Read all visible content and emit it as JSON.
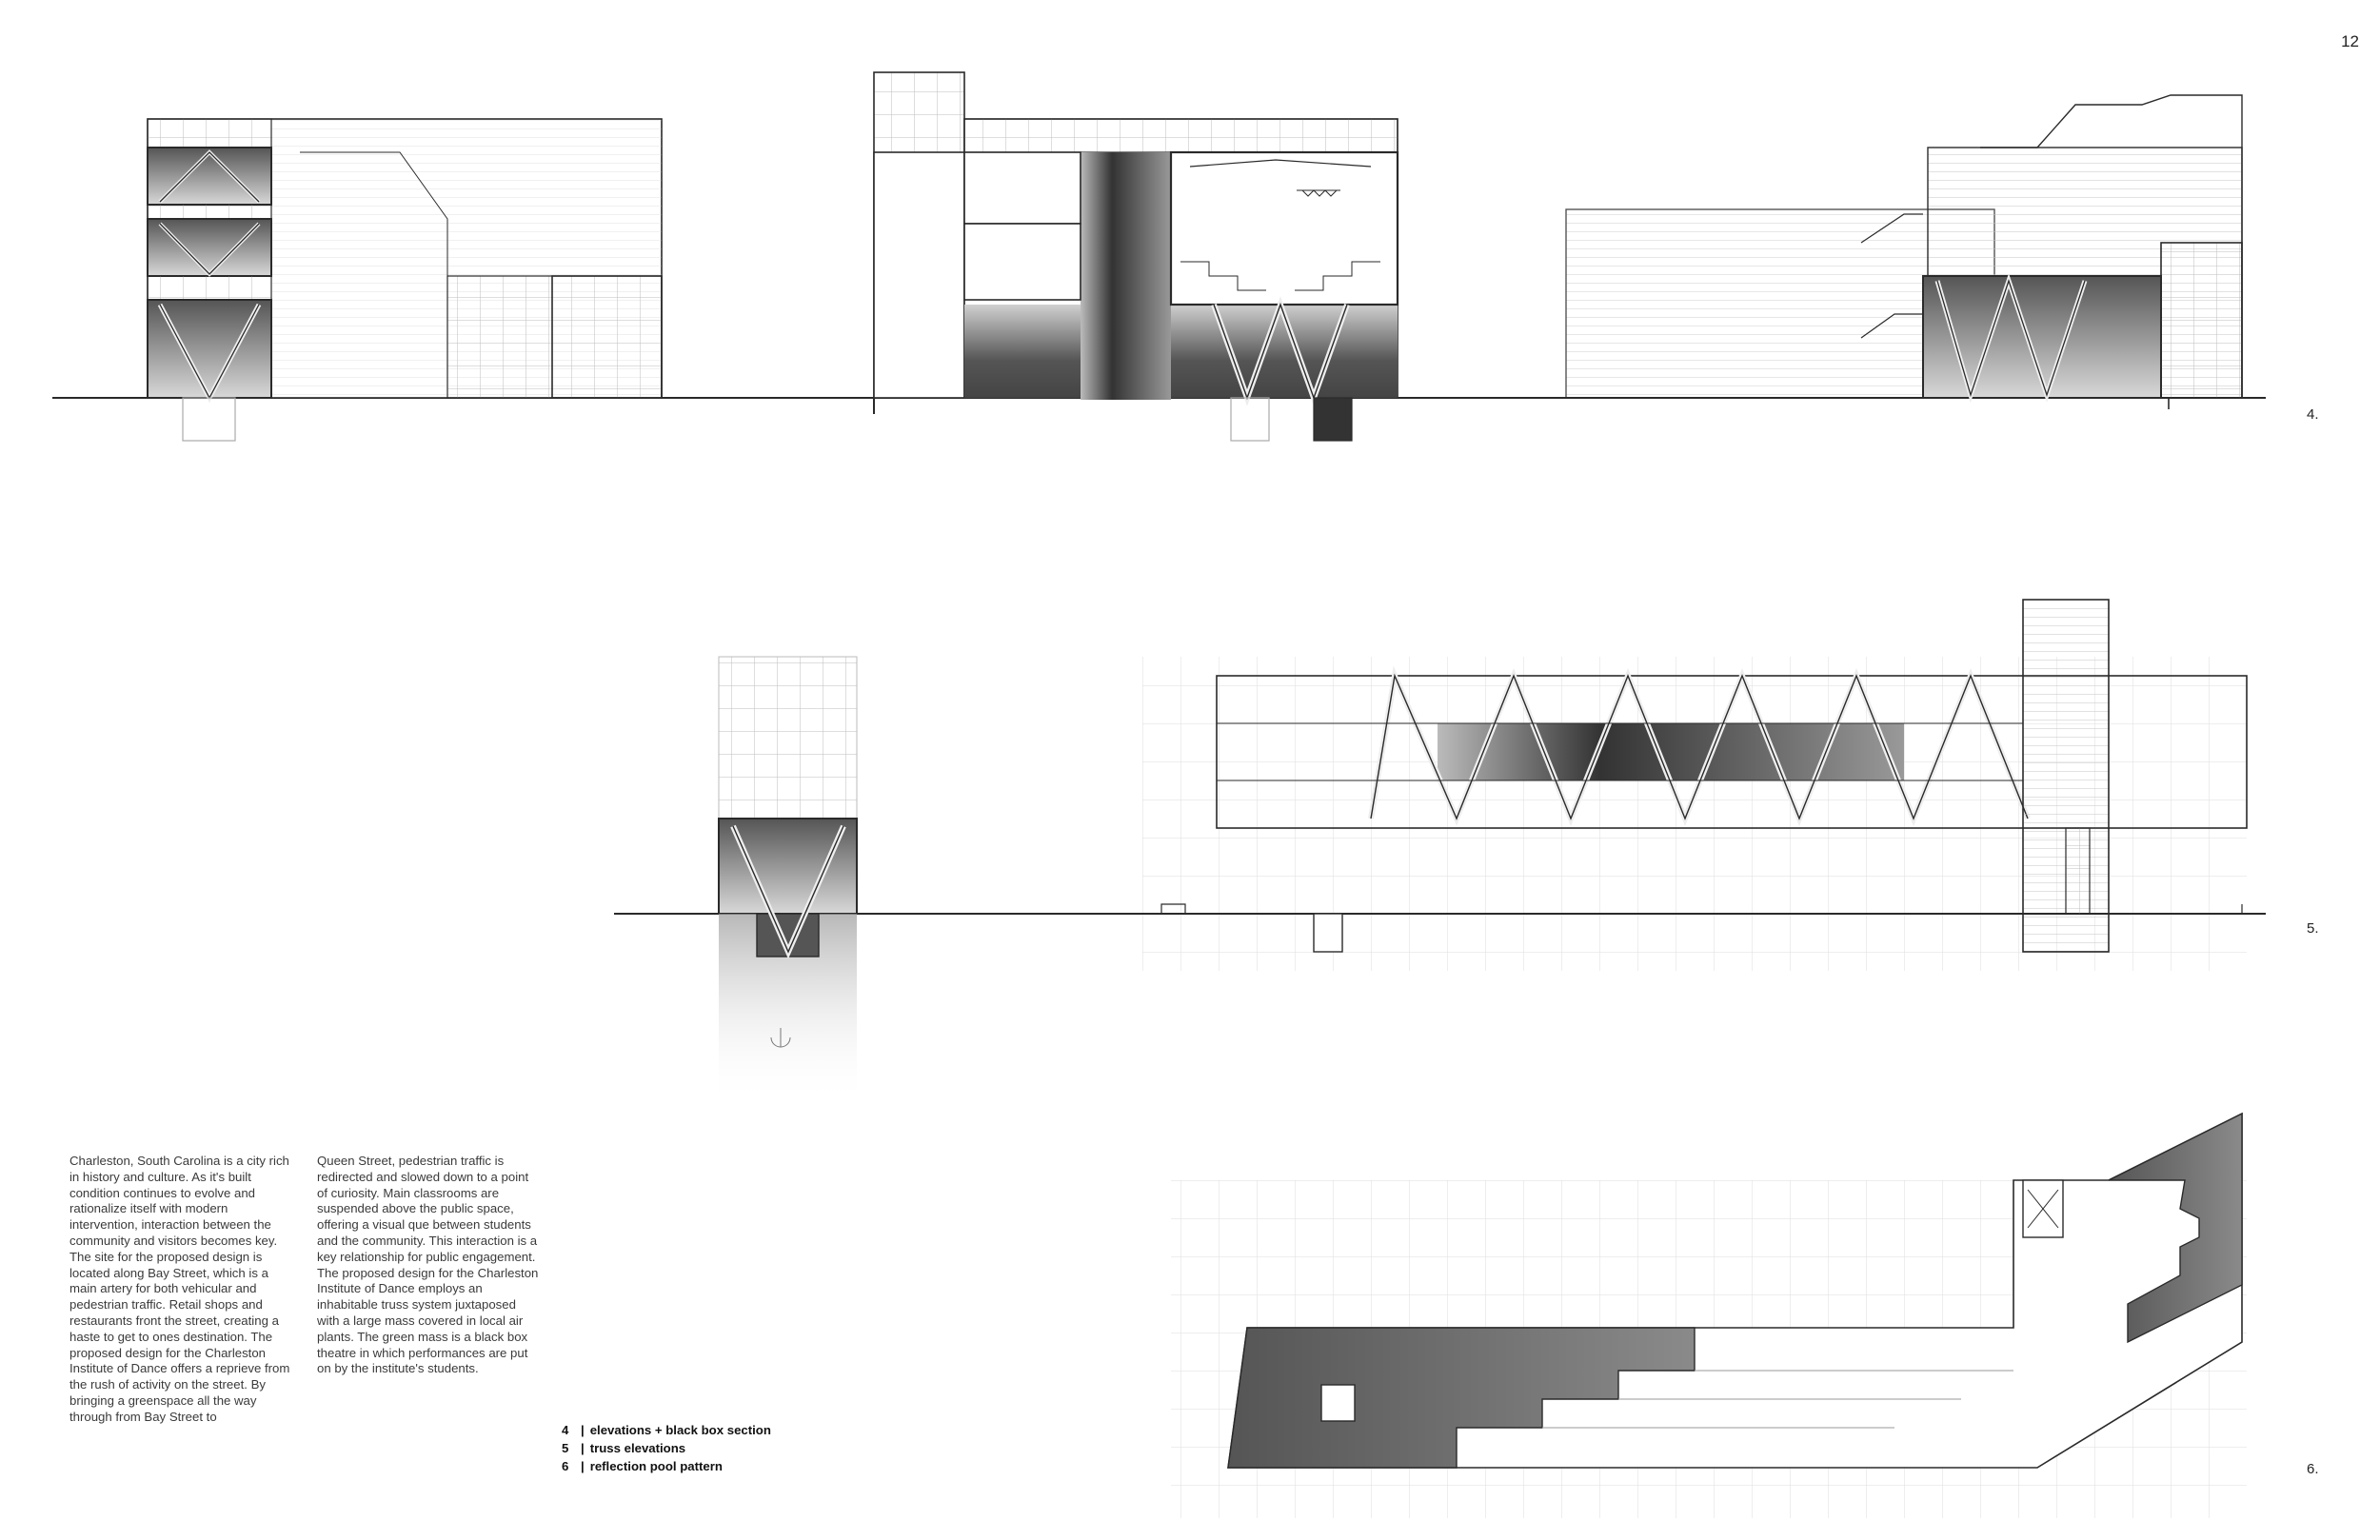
{
  "page": {
    "number": "12"
  },
  "figures": [
    {
      "label": "4.",
      "title": "elevations + black box section"
    },
    {
      "label": "5.",
      "title": "truss elevations"
    },
    {
      "label": "6.",
      "title": "reflection pool pattern"
    }
  ],
  "legend": {
    "items": [
      {
        "num": "4",
        "sep": "|",
        "text": "elevations + black box section"
      },
      {
        "num": "5",
        "sep": "|",
        "text": "truss elevations"
      },
      {
        "num": "6",
        "sep": "|",
        "text": "reflection pool pattern"
      }
    ]
  },
  "body_text": {
    "column_1": "Charleston, South Carolina is a city rich in history and culture. As it's built condition continues to evolve and rationalize itself with modern intervention, interaction between the community and visitors becomes key. The site for the proposed design is located along Bay Street, which is a main artery for both vehicular and pedestrian traffic. Retail shops and restaurants front the street, creating a haste to get to ones destination. The proposed design for the Charleston Institute of Dance offers a reprieve from the rush of activity on the street. By bringing a greenspace all the way through from Bay Street to",
    "column_2": "Queen Street, pedestrian traffic is redirected and slowed down to a point of curiosity. Main classrooms are suspended above the public space, offering a visual que between students and the community. This interaction is a key relationship for public engagement. The proposed design for the Charleston Institute of Dance employs an inhabitable truss system juxtaposed with a large mass covered in local air plants. The green mass is a black box theatre in which performances are put on by the institute's students."
  },
  "colors": {
    "ink": "#2a2a2a",
    "grid": "#cfcfcf",
    "shade_dark": "#3a3a3a",
    "paper": "#ffffff"
  }
}
